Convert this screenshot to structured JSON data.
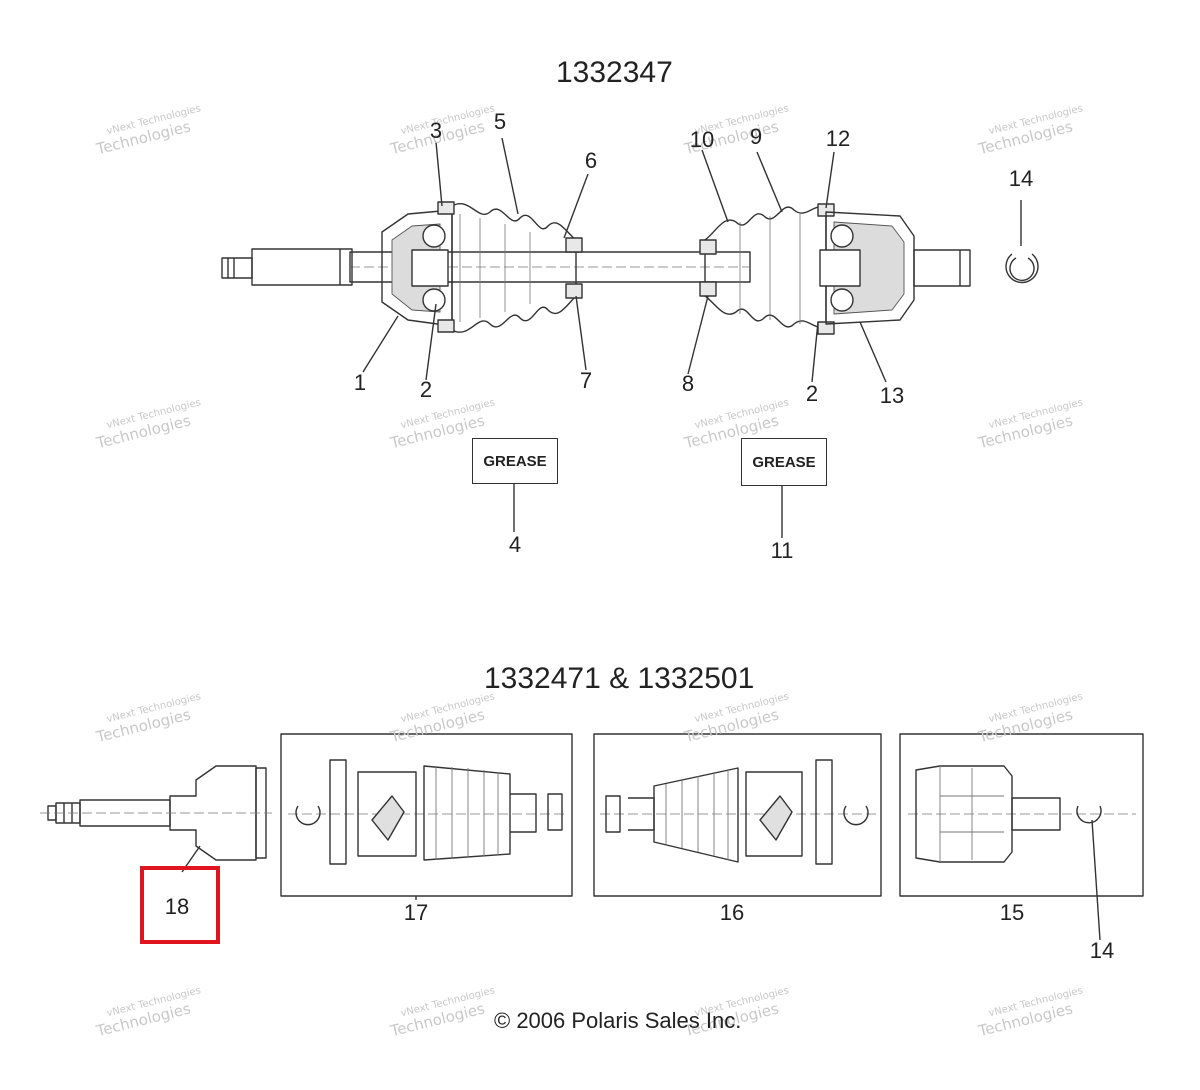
{
  "diagram": {
    "title_top": "1332347",
    "title_bottom": "1332471 & 1332501",
    "copyright": "© 2006 Polaris Sales Inc.",
    "grease_labels": [
      "GREASE",
      "GREASE"
    ],
    "callouts_top": [
      "1",
      "2",
      "3",
      "4",
      "5",
      "6",
      "7",
      "8",
      "9",
      "10",
      "11",
      "12",
      "13",
      "2",
      "14"
    ],
    "callouts_bottom": [
      "14",
      "15",
      "16",
      "17",
      "18"
    ],
    "highlighted_callout": "18",
    "highlight_color": "#e0141e",
    "watermark": {
      "line1": "vNext Technologies",
      "line2": "Technologies"
    }
  }
}
